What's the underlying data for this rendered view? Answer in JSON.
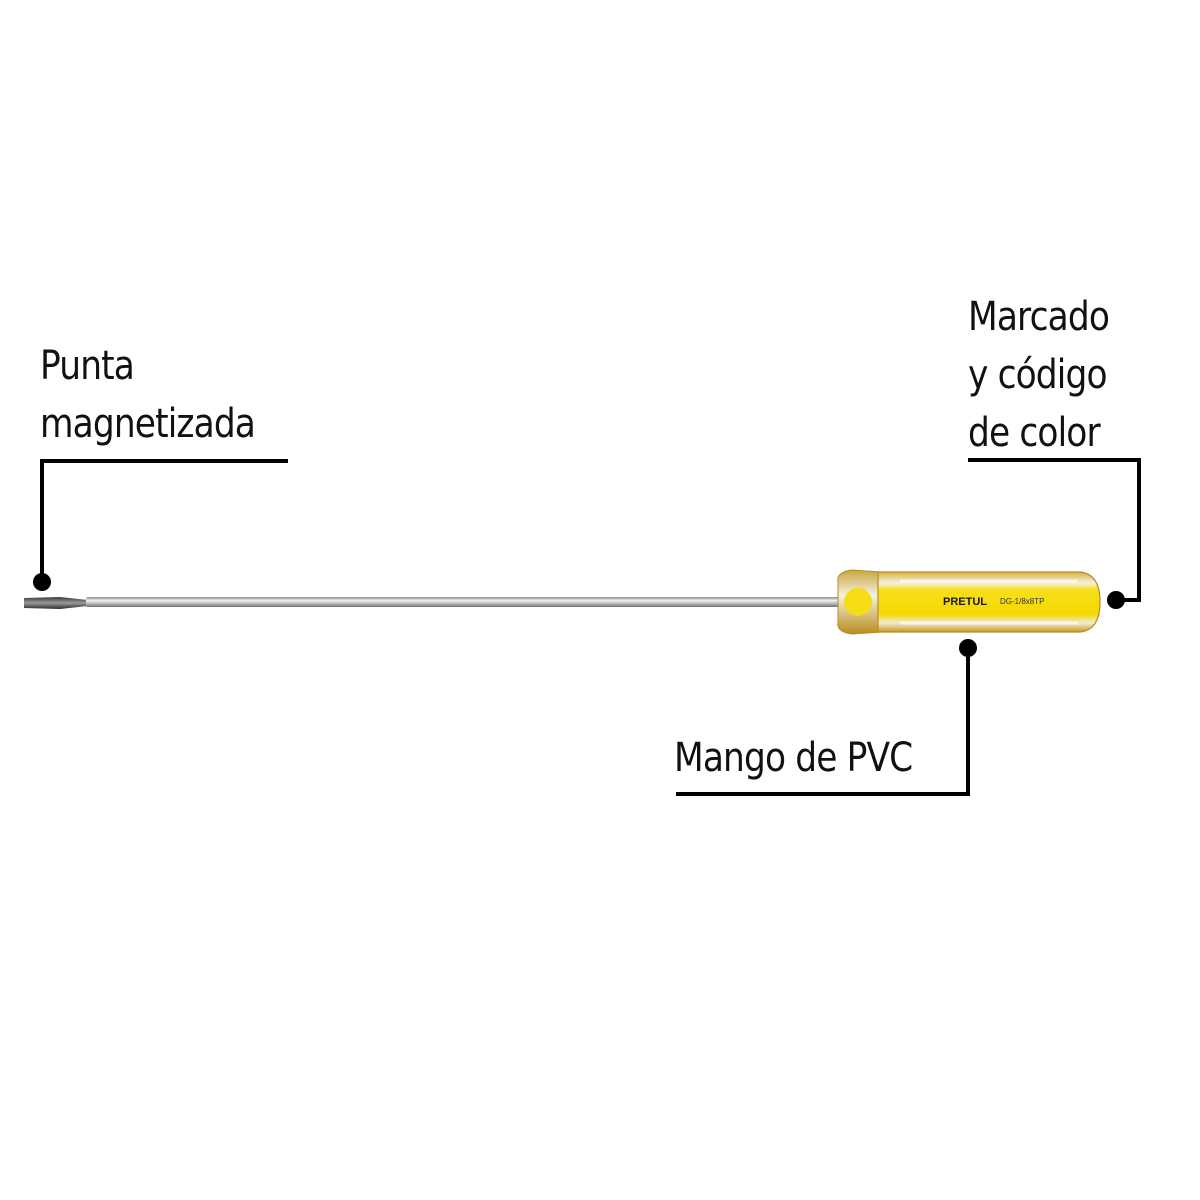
{
  "callouts": {
    "tip": {
      "lines": [
        "Punta",
        "magnetizada"
      ]
    },
    "marking": {
      "lines": [
        "Marcado",
        "y código",
        "de color"
      ]
    },
    "handle": {
      "lines": [
        "Mango de PVC"
      ]
    }
  },
  "product": {
    "brand": "PRETUL",
    "model": "DG-1/8x8TP",
    "handle_color": "#f7e01a",
    "handle_edge_color": "#c9a227",
    "shaft_color": "#c8c8c8",
    "callout_color": "#000000"
  }
}
